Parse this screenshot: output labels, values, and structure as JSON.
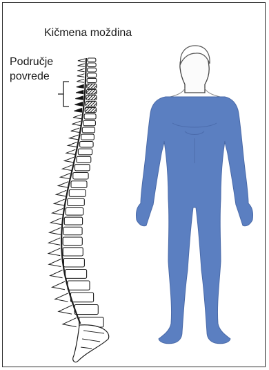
{
  "labels": {
    "spinal_cord": "Kičmena moždina",
    "injury_line1": "Područje",
    "injury_line2": "povrede"
  },
  "colors": {
    "body_fill": "#5b7fc1",
    "skin_head": "#fbfbfb",
    "outline": "#1c1c1c",
    "injury_hatch": "#111111"
  }
}
